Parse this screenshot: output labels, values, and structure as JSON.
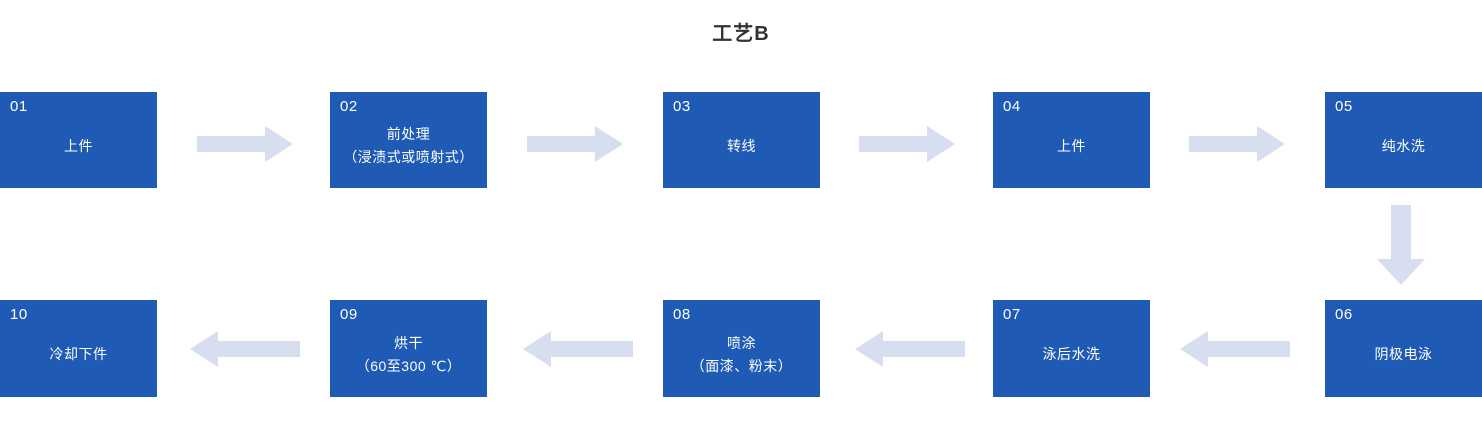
{
  "title": "工艺B",
  "theme": {
    "box_fill": "#1f5bb5",
    "box_text": "#ffffff",
    "arrow_fill": "#d6deef",
    "title_color": "#333333",
    "background": "#ffffff"
  },
  "steps": [
    {
      "num": "01",
      "line1": "上件",
      "line2": ""
    },
    {
      "num": "02",
      "line1": "前处理",
      "line2": "（浸渍式或喷射式）"
    },
    {
      "num": "03",
      "line1": "转线",
      "line2": ""
    },
    {
      "num": "04",
      "line1": "上件",
      "line2": ""
    },
    {
      "num": "05",
      "line1": "纯水洗",
      "line2": ""
    },
    {
      "num": "06",
      "line1": "阴极电泳",
      "line2": ""
    },
    {
      "num": "07",
      "line1": "泳后水洗",
      "line2": ""
    },
    {
      "num": "08",
      "line1": "喷涂",
      "line2": "（面漆、粉末）"
    },
    {
      "num": "09",
      "line1": "烘干",
      "line2": "（60至300 ℃）"
    },
    {
      "num": "10",
      "line1": "冷却下件",
      "line2": ""
    }
  ],
  "connectors": [
    {
      "name": "arrow-01-to-02",
      "direction": "right"
    },
    {
      "name": "arrow-02-to-03",
      "direction": "right"
    },
    {
      "name": "arrow-03-to-04",
      "direction": "right"
    },
    {
      "name": "arrow-04-to-05",
      "direction": "right"
    },
    {
      "name": "arrow-05-to-06",
      "direction": "down"
    },
    {
      "name": "arrow-06-to-07",
      "direction": "left"
    },
    {
      "name": "arrow-07-to-08",
      "direction": "left"
    },
    {
      "name": "arrow-08-to-09",
      "direction": "left"
    },
    {
      "name": "arrow-09-to-10",
      "direction": "left"
    }
  ]
}
